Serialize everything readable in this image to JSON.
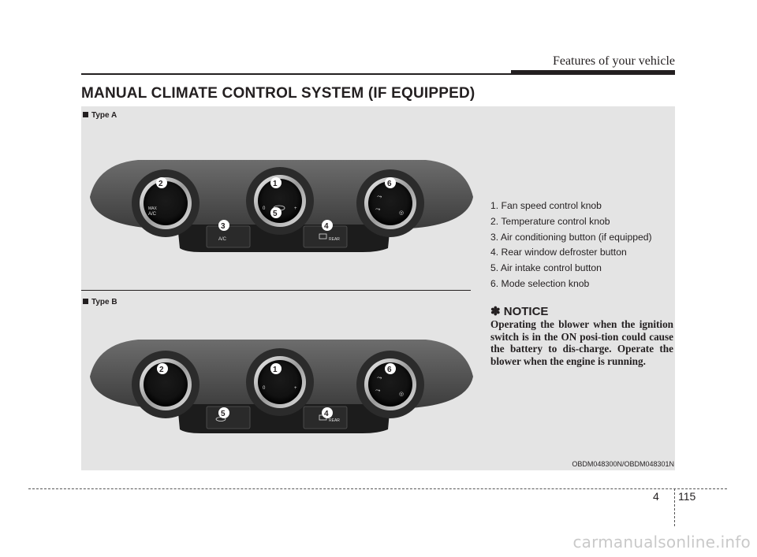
{
  "header": {
    "section_title": "Features of your vehicle"
  },
  "main": {
    "title": "MANUAL CLIMATE CONTROL SYSTEM (IF EQUIPPED)",
    "type_a_label": "Type A",
    "type_b_label": "Type B"
  },
  "illustration": {
    "type_a": {
      "callouts": [
        "2",
        "1",
        "6",
        "3",
        "5",
        "4"
      ],
      "knob_labels": {
        "left_top": "MAX",
        "left_bottom": "A/C",
        "ac_button": "A/C",
        "rear_button": "REAR",
        "minus": "0",
        "plus": "+"
      }
    },
    "type_b": {
      "callouts": [
        "2",
        "1",
        "6",
        "5",
        "4"
      ],
      "knob_labels": {
        "rear_button": "REAR",
        "minus": "0",
        "plus": "+"
      }
    }
  },
  "legend": [
    "1. Fan speed control knob",
    "2. Temperature control knob",
    "3. Air conditioning button (if equipped)",
    "4. Rear window defroster button",
    "5. Air intake control button",
    "6. Mode selection knob"
  ],
  "notice": {
    "heading": "✽ NOTICE",
    "body": "Operating the blower when the ignition switch is in the ON posi-tion could cause the battery to dis-charge. Operate the blower when the engine is running."
  },
  "figure_code": "OBDM048300N/OBDM048301N",
  "footer": {
    "chapter": "4",
    "page": "115"
  },
  "watermark": "carmanualsonline.info"
}
